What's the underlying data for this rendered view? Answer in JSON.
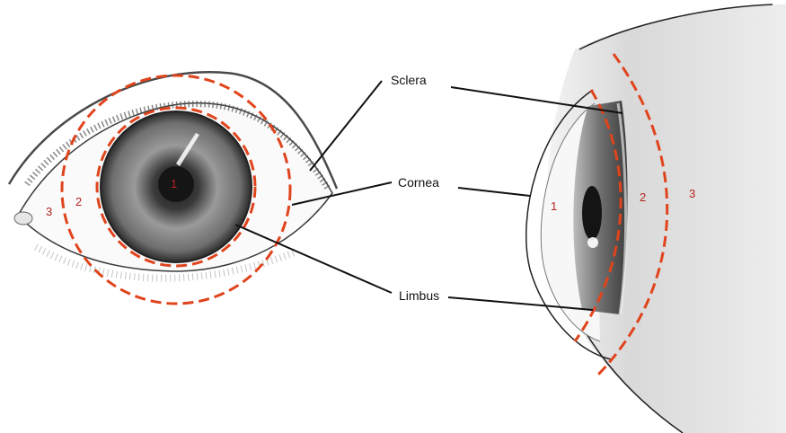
{
  "labels": {
    "sclera": "Sclera",
    "cornea": "Cornea",
    "limbus": "Limbus"
  },
  "zones_front": {
    "one": "1",
    "two": "2",
    "three": "3"
  },
  "zones_side": {
    "one": "1",
    "two": "2",
    "three": "3"
  },
  "colors": {
    "dash": "#e0441c",
    "zone_number": "#b8231f",
    "leader_line": "#111111",
    "iris_dark": "#2b2b2b",
    "sclera_shade": "#cfcfcf"
  },
  "views": [
    "front view of eye",
    "side view of eye"
  ]
}
